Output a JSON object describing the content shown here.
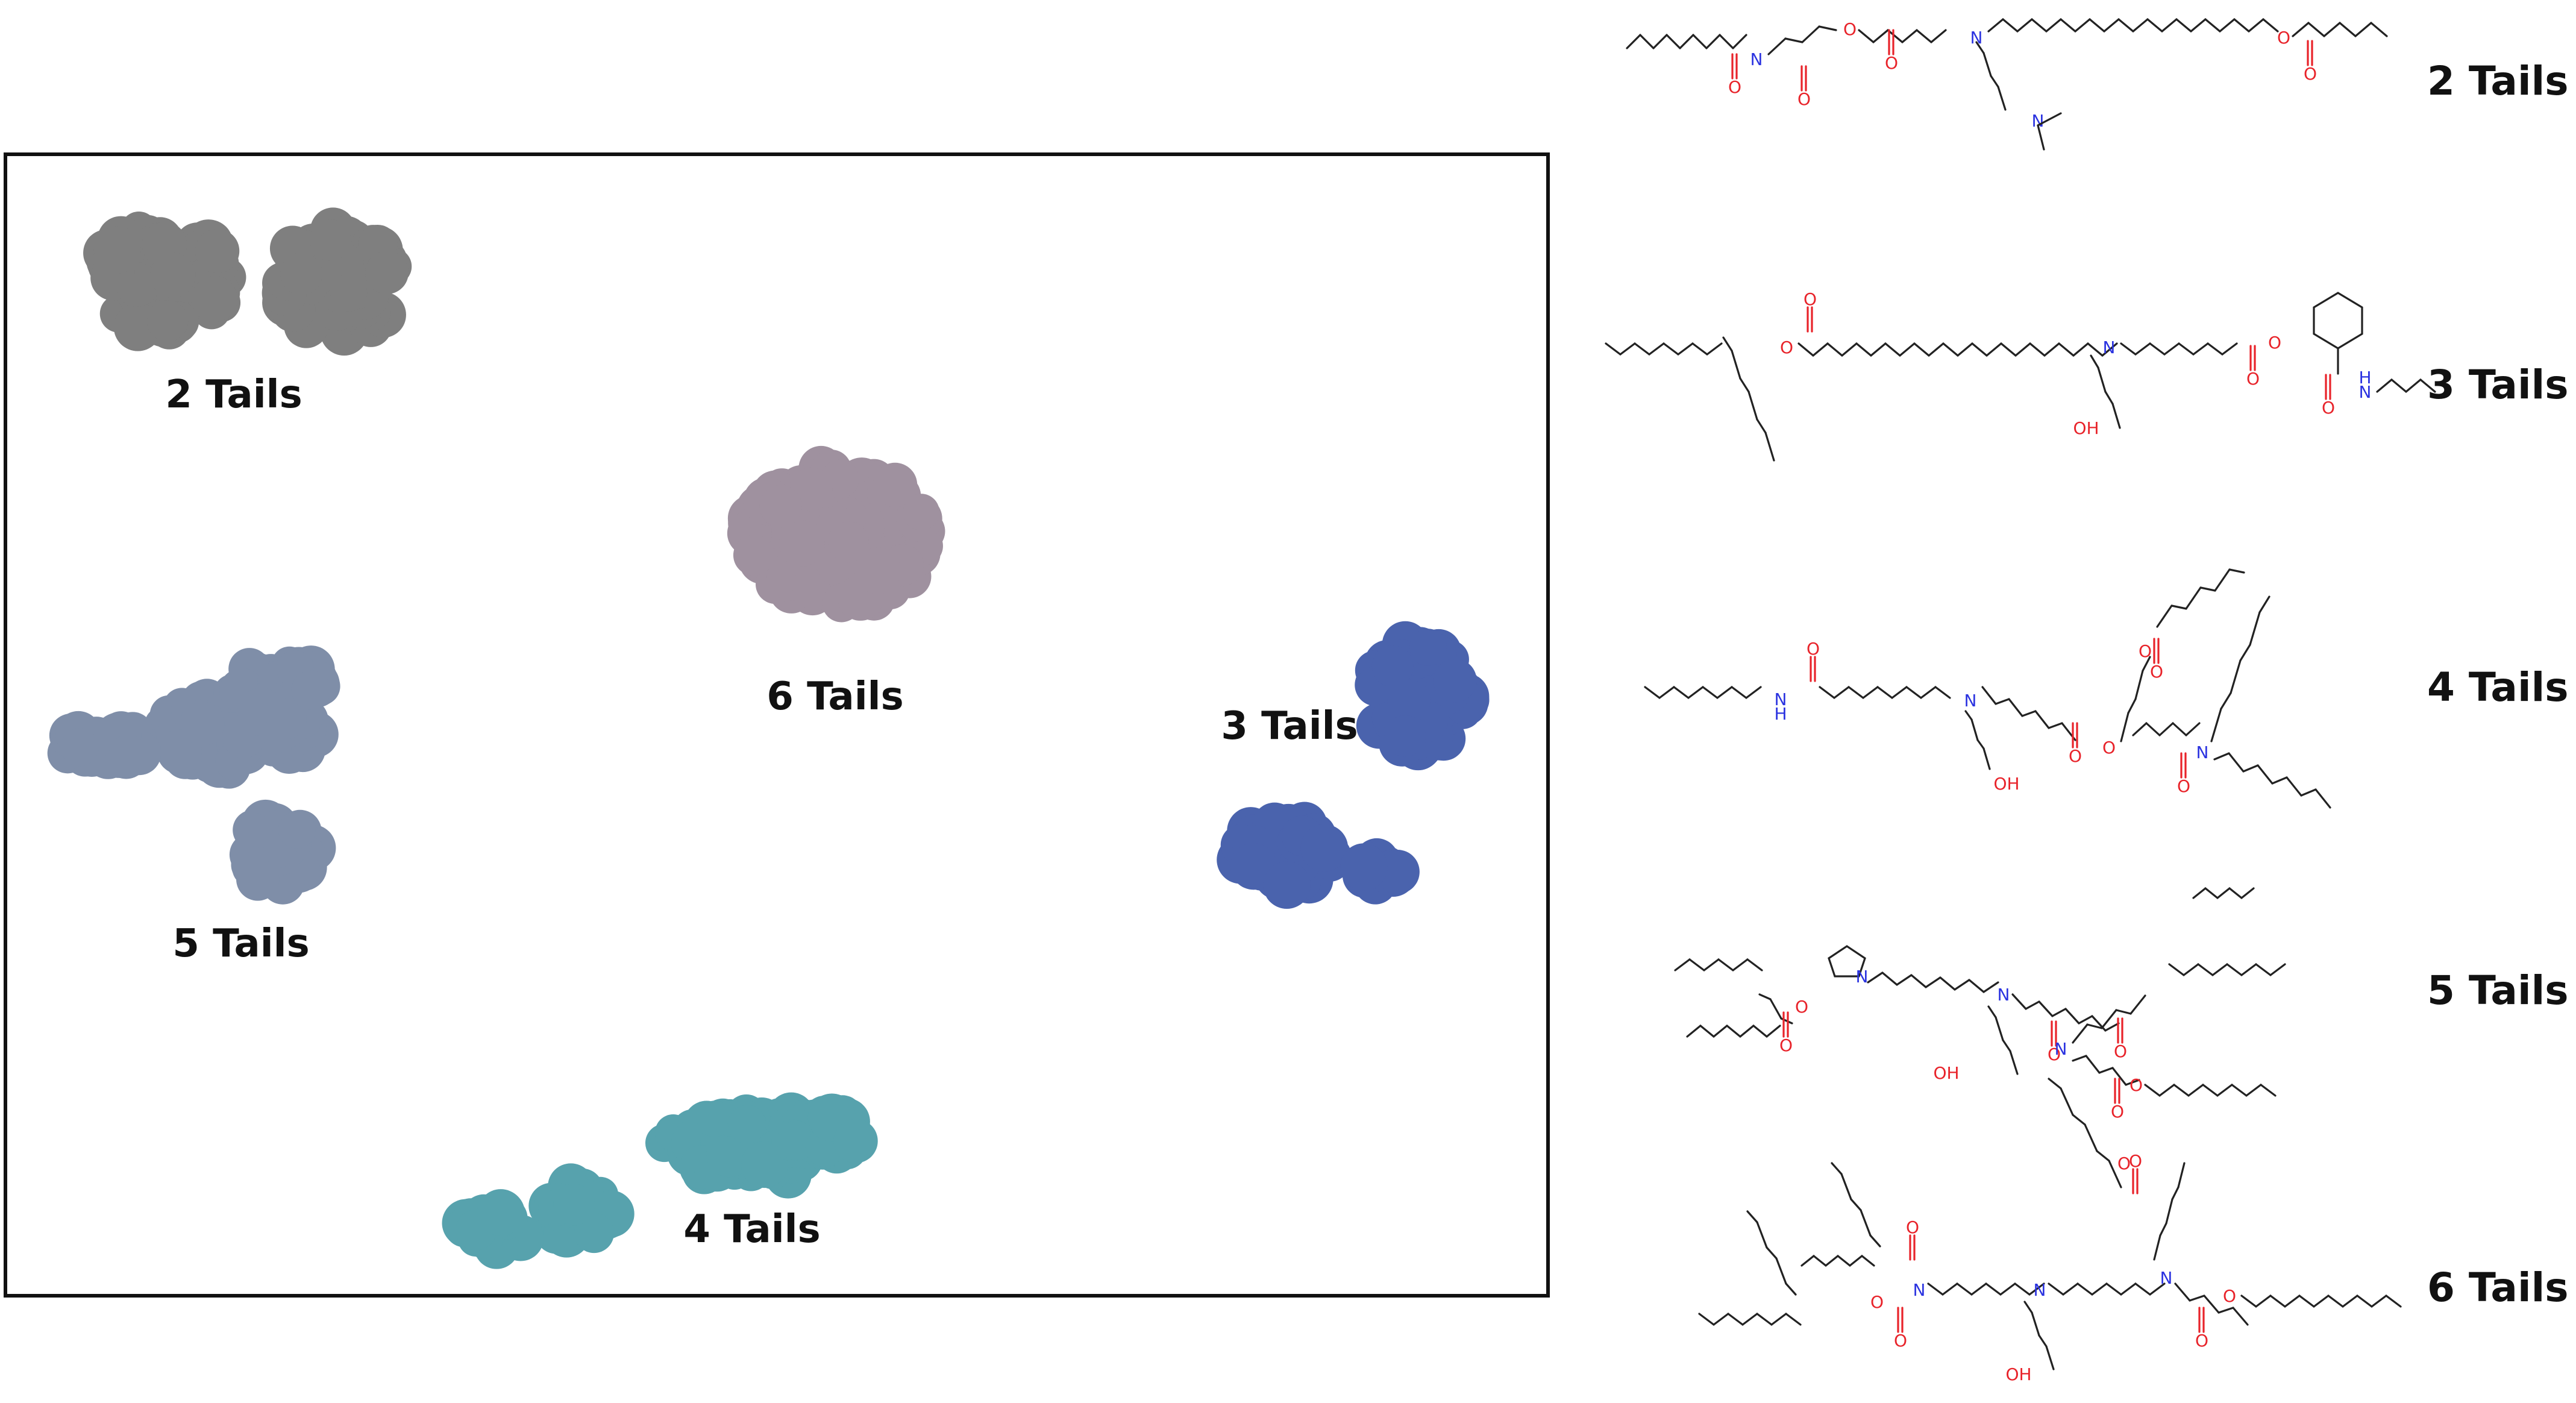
{
  "clusters": [
    {
      "id": "2",
      "label": "2 Tails",
      "color": "#7f7f7f"
    },
    {
      "id": "3",
      "label": "3 Tails",
      "color": "#4a63ad"
    },
    {
      "id": "4",
      "label": "4 Tails",
      "color": "#57a2ad"
    },
    {
      "id": "5",
      "label": "5 Tails",
      "color": "#7f8ea8"
    },
    {
      "id": "6",
      "label": "6 Tails",
      "color": "#9f919f"
    }
  ],
  "molecules": [
    {
      "label": "2 Tails"
    },
    {
      "label": "3 Tails"
    },
    {
      "label": "4 Tails"
    },
    {
      "label": "5 Tails"
    },
    {
      "label": "6 Tails"
    }
  ],
  "atom_labels": {
    "O": "O",
    "N": "N",
    "OH": "OH",
    "H": "H"
  },
  "colors": {
    "bond": "#222222",
    "oxygen": "#e8232a",
    "nitrogen": "#2b33e0",
    "frame": "#111111"
  }
}
